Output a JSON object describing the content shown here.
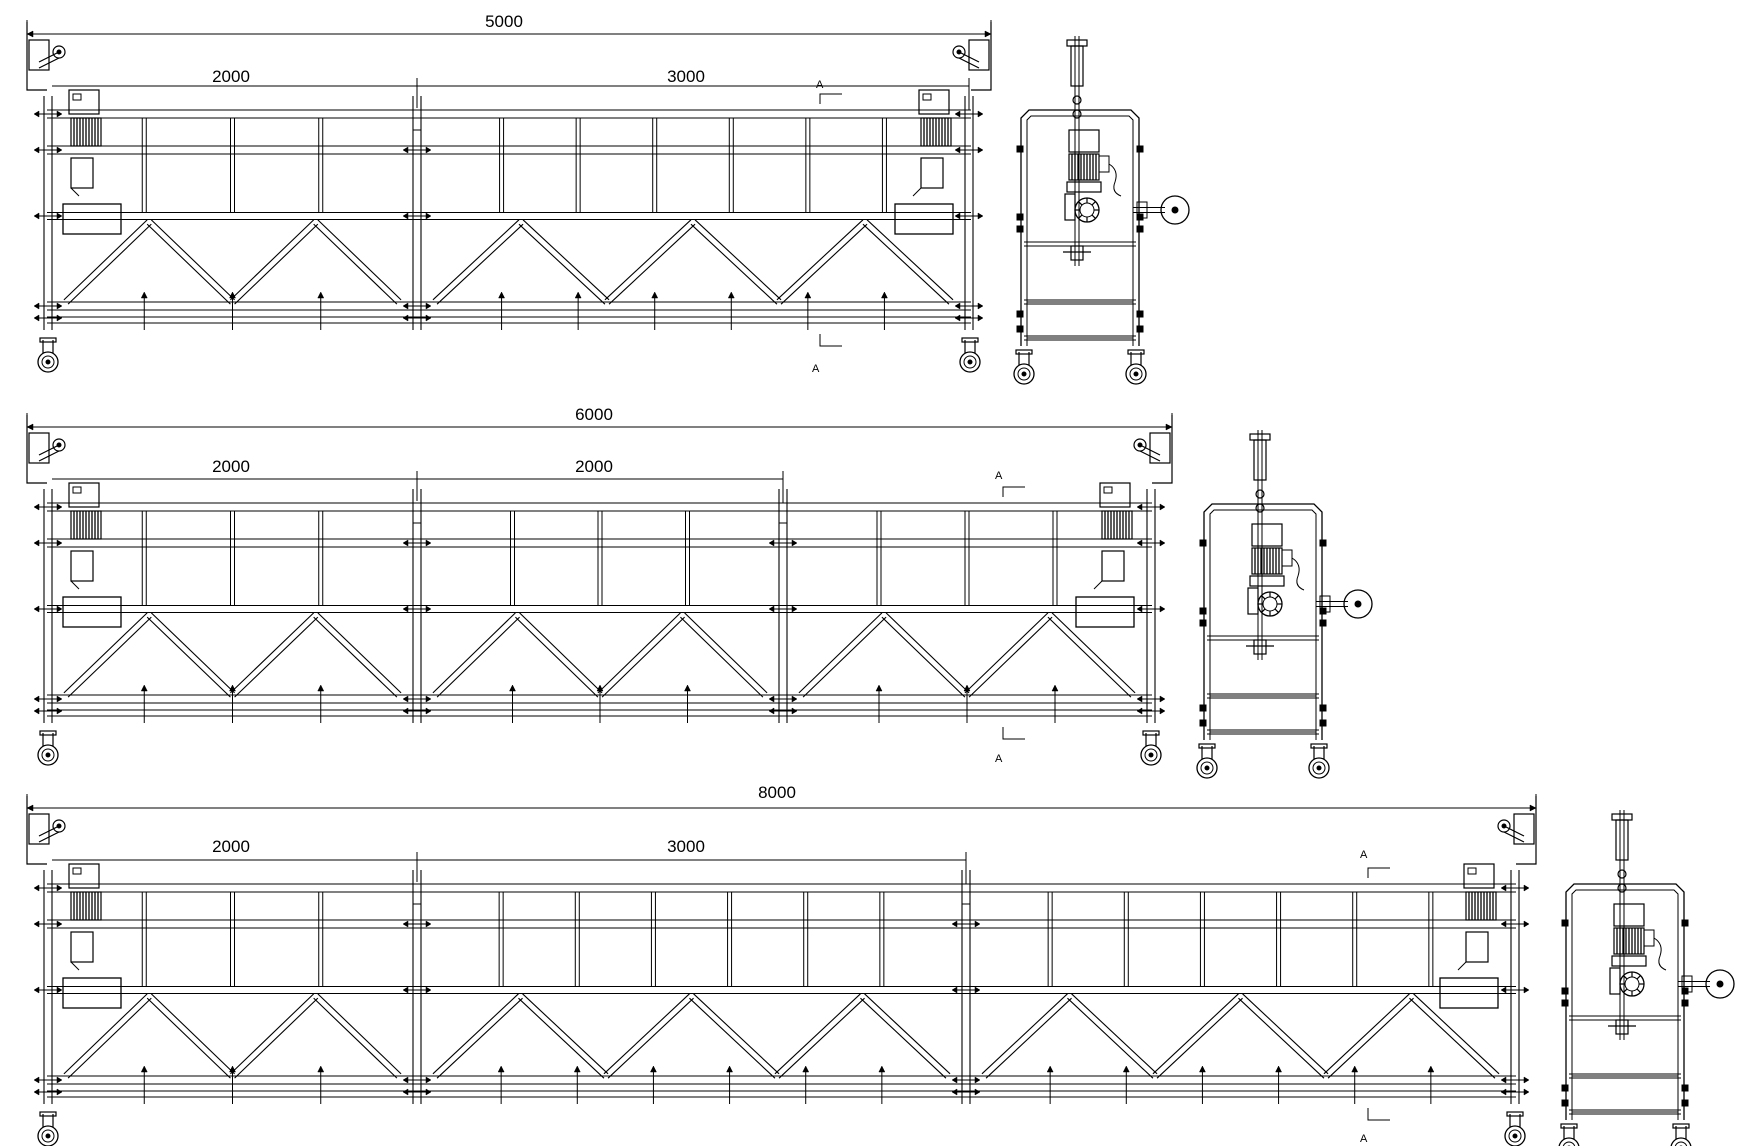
{
  "colors": {
    "line": "#000000",
    "background": "#ffffff"
  },
  "drawings": [
    {
      "overall": "5000",
      "segments": [
        "2000",
        "3000"
      ],
      "section_label": "A"
    },
    {
      "overall": "6000",
      "segments": [
        "2000",
        "2000"
      ],
      "section_label": "A"
    },
    {
      "overall": "8000",
      "segments": [
        "2000",
        "3000"
      ],
      "section_label": "A"
    }
  ]
}
